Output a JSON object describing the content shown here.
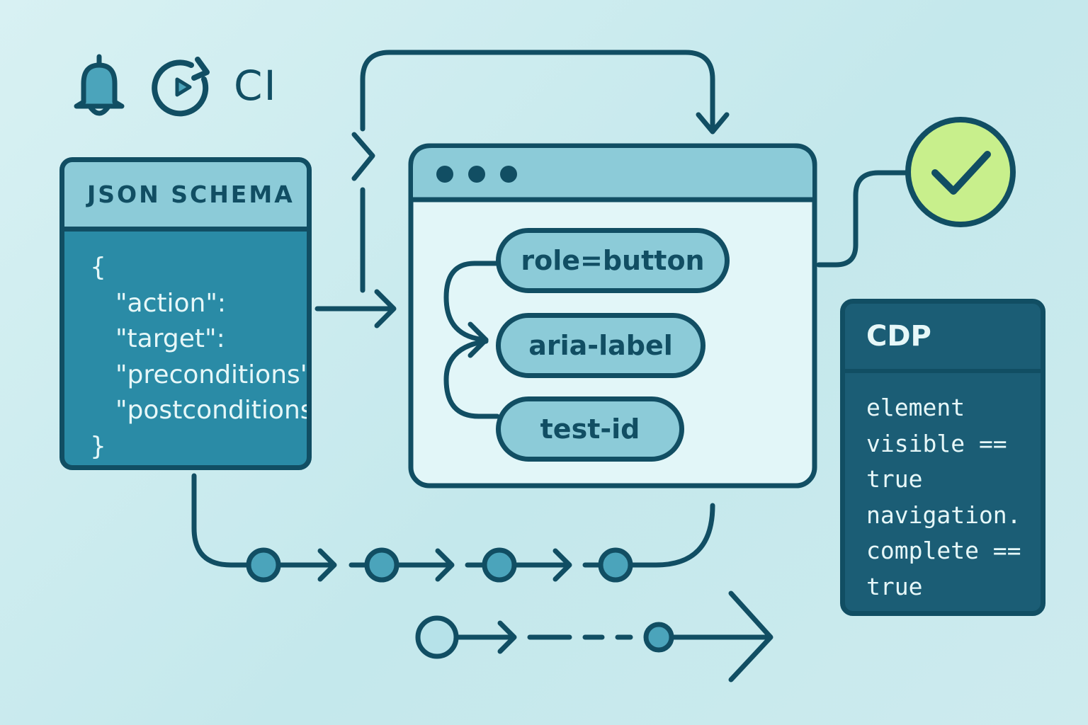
{
  "top_icons": [
    {
      "icon": "bell-icon"
    },
    {
      "icon": "replay-icon"
    }
  ],
  "ci_label": "CI",
  "schema_card": {
    "title": "JSON SCHEMA",
    "open_brace": "{",
    "keys": [
      "\"action\":",
      "\"target\":",
      "\"preconditions\" :",
      "\"postconditions\""
    ],
    "close_brace": "}"
  },
  "browser_window": {
    "locators": [
      "role=button",
      "aria-label",
      "test-id"
    ]
  },
  "status": {
    "icon": "checkmark-icon",
    "color": "#c8ef8c"
  },
  "cdp_panel": {
    "title": "CDP",
    "lines": [
      "element",
      "visible ==",
      "true",
      "navigation.",
      "complete ==",
      "true"
    ]
  },
  "colors": {
    "outline": "#114e63",
    "light_fill": "#8ccbd8",
    "mid_fill": "#2a8ba6",
    "dark_fill": "#1b5d75",
    "node_fill": "#4ba4bb",
    "success": "#c8ef8c"
  }
}
